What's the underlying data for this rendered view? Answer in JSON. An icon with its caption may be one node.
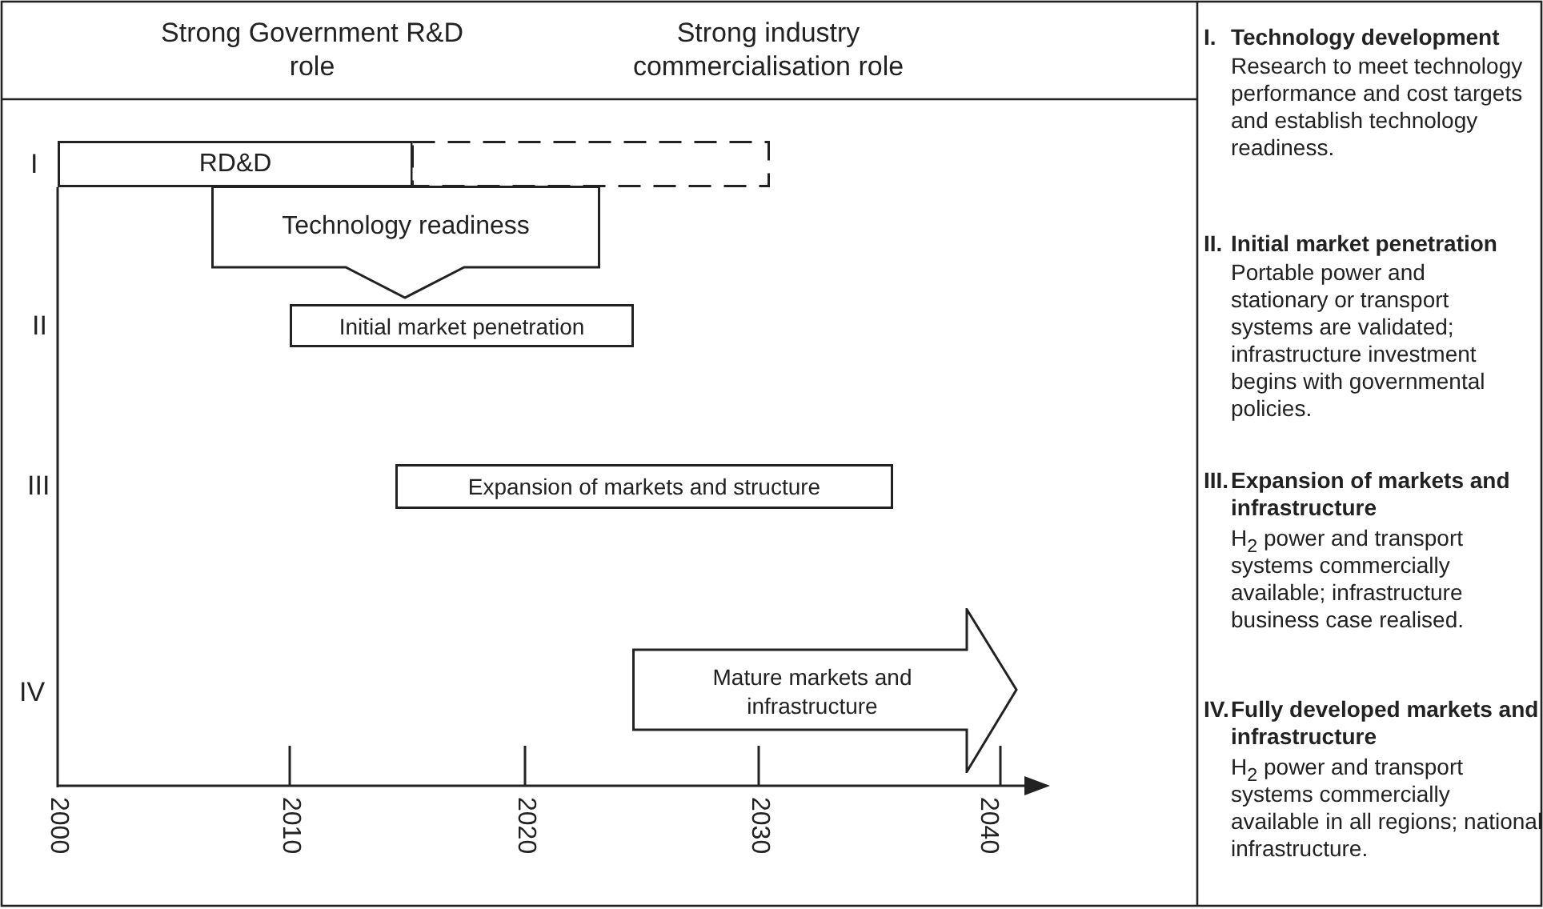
{
  "diagram": {
    "nodes": [
      {
        "text": [
          "RD&D"
        ]
      },
      {
        "text": [],
        "shape": "box"
      },
      {
        "text": [
          "Technology readiness"
        ]
      },
      {
        "text": [
          "Initial market penetration"
        ]
      },
      {
        "text": [
          "Expansion of markets and structure"
        ]
      },
      {
        "text": [
          "Mature markets and infrastructure"
        ]
      }
    ],
    "labels": [
      "Strong Government R&D role",
      "Strong industry commercialisation role",
      "I",
      "II",
      "III",
      "IV",
      "2000",
      "2010",
      "2020",
      "2030",
      "2040",
      "I.",
      "Technology development",
      "Research to meet technology performance and cost targets and establish technology readiness.",
      "II.",
      "Initial market penetration",
      "Portable power and stationary or transport systems are validated; infrastructure investment begins with governmental policies.",
      "III.",
      "Expansion of markets and infrastructure",
      "H$_{2}$ power and transport systems commercially available; infrastructure business case realised.",
      "IV.",
      "Fully developed markets and infrastructure",
      "H$_{2}$ power and transport systems commercially available in all regions; national infrastructure."
    ]
  }
}
